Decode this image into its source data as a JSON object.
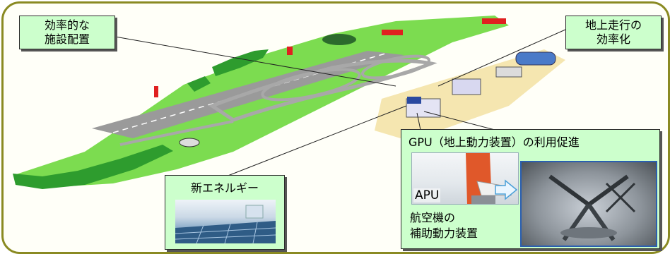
{
  "labels": {
    "efficient_facility": [
      "効率的な",
      "施設配置"
    ],
    "ground_taxi": [
      "地上走行の",
      "効率化"
    ],
    "gpu_title": "GPU（地上動力装置）の利用促進",
    "apu": "APU",
    "aux_power": [
      "航空機の",
      "補助動力装置"
    ],
    "new_energy": "新エネルギー"
  },
  "colors": {
    "frame": "#8a8a22",
    "label_fill": "#ccffcc",
    "grass": "#7cdc50",
    "runway": "#9a9a9a",
    "sand": "#f5e6b0",
    "accent_blue": "#2a5fb0"
  },
  "icons": [
    "arrow-right-icon",
    "airport-illustration",
    "aircraft-tail-icon",
    "gpu-vehicle-icon",
    "solar-panel-icon"
  ]
}
